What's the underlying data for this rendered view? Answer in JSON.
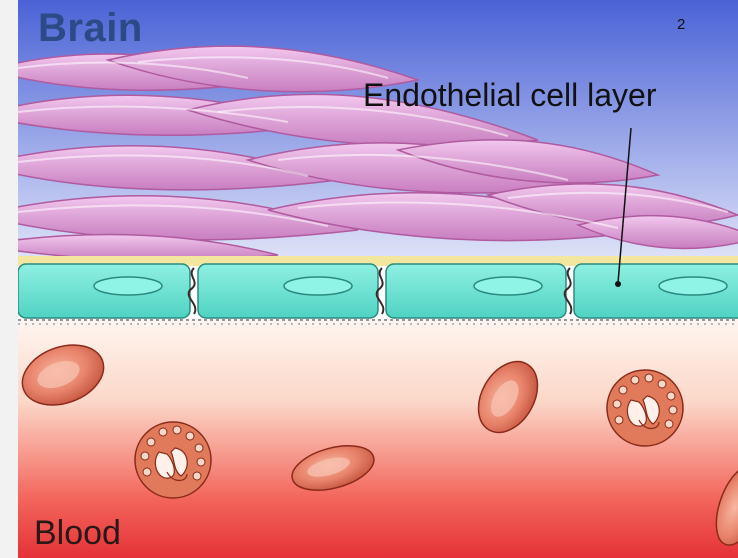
{
  "labels": {
    "brain": "Brain",
    "blood": "Blood",
    "page_number": "2",
    "endothelial": "Endothelial cell layer"
  },
  "colors": {
    "brain_top": "#4b63d8",
    "brain_bottom": "#d6ddf6",
    "muscle": "#dba2d6",
    "muscle_edge": "#b65aa5",
    "basement": "#f3e7a0",
    "endothelium": "#6ee3d3",
    "endothelium_edge": "#2a8a80",
    "blood_light": "#fff4ee",
    "blood_dark": "#e63a3a",
    "rbc": "#e8826a",
    "rbc_edge": "#8a2a1a",
    "wbc": "#e07a5a"
  }
}
